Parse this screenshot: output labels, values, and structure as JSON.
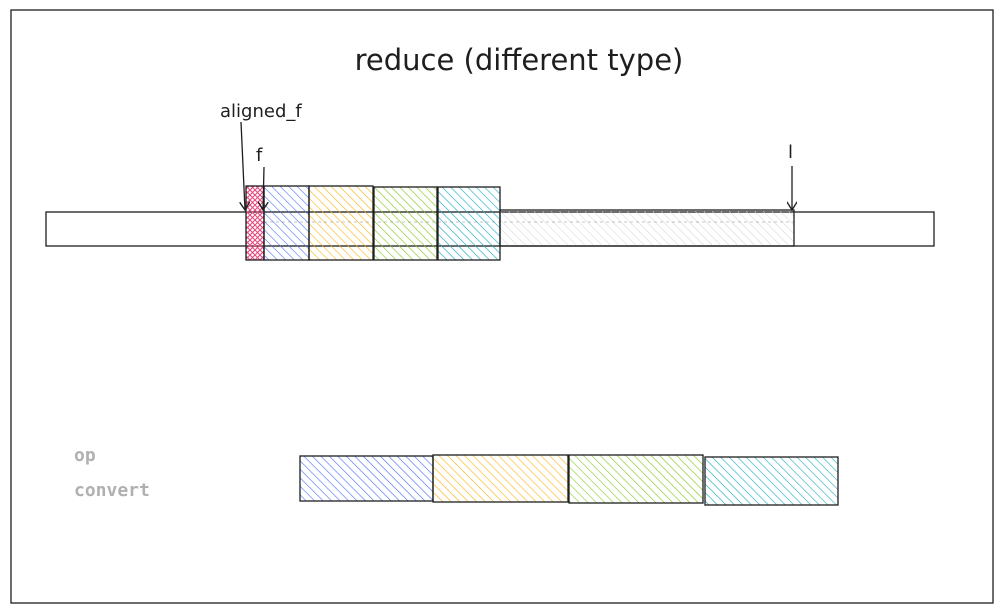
{
  "title": "reduce (different type)",
  "labels": {
    "aligned_f": "aligned_f",
    "f": "f",
    "l": "l"
  },
  "legend": {
    "op": "op",
    "convert": "convert"
  },
  "colors": {
    "stroke": "#1e1e1e",
    "frame": "#1e1e1e",
    "pink": "#e64980",
    "blue": "#4c6ef5",
    "orange": "#fab005",
    "green": "#82c91e",
    "cyan": "#15aabf",
    "gray": "#ced4da"
  }
}
